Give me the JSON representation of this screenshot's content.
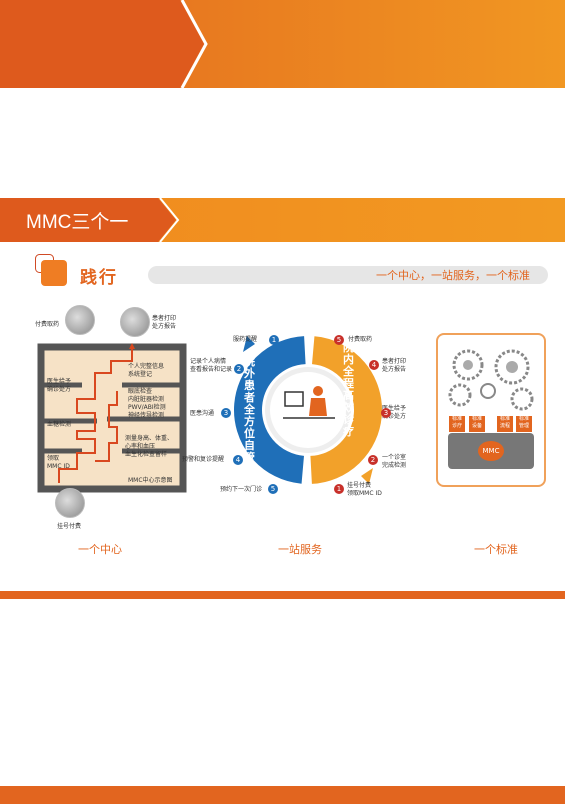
{
  "section": {
    "title": "MMC三个一"
  },
  "practice": {
    "title": "践行",
    "slogan": "一个中心，一站服务，一个标准"
  },
  "center_diagram": {
    "top_labels": {
      "pharmacy": "付费取药",
      "print": "患者打印\n处方报告"
    },
    "rows": [
      {
        "label": "医生给予\n确诊处方",
        "items": [
          "个人完整信息",
          "系统登记"
        ]
      },
      {
        "label": "",
        "items": [
          "眼底检查",
          "内脏脏器检测",
          "PWV/ABI检测",
          "神经传导检测"
        ]
      },
      {
        "label": "血糖检测",
        "items": []
      },
      {
        "label": "领取\nMMC ID",
        "items": [
          "测量身高、体重、",
          "心率和血压",
          "血生化检查留样"
        ]
      }
    ],
    "footer_note": "MMC中心示意图",
    "bottom_label": "挂号付费"
  },
  "cycle": {
    "left_title": "院外患者全方位自管",
    "right_title": "院内全程高效诊疗",
    "left_steps": [
      {
        "n": "1",
        "label": "服药提醒"
      },
      {
        "n": "2",
        "label": "记录个人病情\n查看报告和记录"
      },
      {
        "n": "3",
        "label": "医患沟通"
      },
      {
        "n": "4",
        "label": "预警和复诊提醒"
      },
      {
        "n": "5",
        "label": "预约下一次门诊"
      }
    ],
    "right_steps": [
      {
        "n": "5",
        "label": "付费取药"
      },
      {
        "n": "4",
        "label": "患者打印\n处方报告"
      },
      {
        "n": "3",
        "label": "医生给予\n确诊处方"
      },
      {
        "n": "2",
        "label": "一个诊室\n完成检测"
      },
      {
        "n": "1",
        "label": "挂号付费\n领取MMC ID"
      }
    ]
  },
  "standard": {
    "box_labels": [
      "标准\n诊疗",
      "标准\n设备",
      "标准\n流程",
      "标准\n管理"
    ],
    "badge": "MMC"
  },
  "captions": {
    "center": "一个中心",
    "service": "一站服务",
    "standard": "一个标准"
  },
  "colors": {
    "orange": "#e2651f",
    "orange_light": "#f2a12a",
    "blue": "#1f6fb8",
    "red": "#c8302a"
  }
}
